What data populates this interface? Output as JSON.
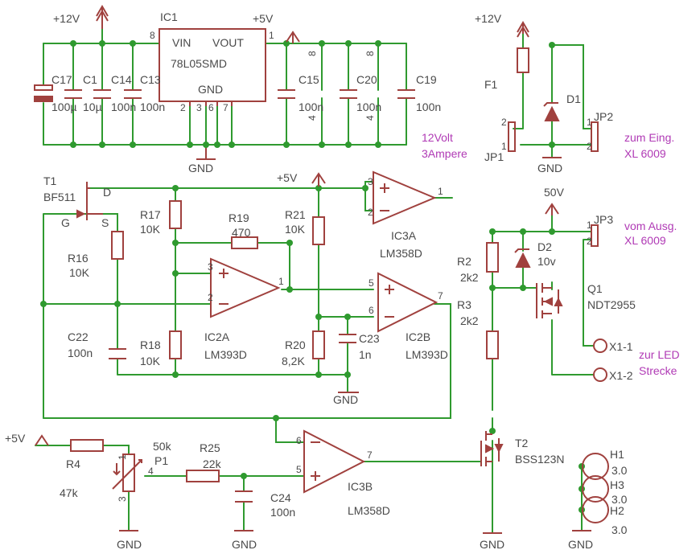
{
  "nets": {
    "vcc12": "+12V",
    "vcc5": "+5V",
    "v50": "50V",
    "gnd": "GND"
  },
  "components": {
    "ic1": {
      "ref": "IC1",
      "value": "78L05SMD",
      "pin_vin": "VIN",
      "pin_vout": "VOUT",
      "pin_gnd": "GND",
      "pins": [
        "8",
        "1",
        "2",
        "3",
        "6",
        "7"
      ]
    },
    "c17": {
      "ref": "C17",
      "value": "100µ"
    },
    "c1": {
      "ref": "C1",
      "value": "10µ"
    },
    "c14": {
      "ref": "C14",
      "value": "100n"
    },
    "c13": {
      "ref": "C13",
      "value": "100n"
    },
    "c15": {
      "ref": "C15",
      "value": "100n"
    },
    "c20": {
      "ref": "C20",
      "value": "100n"
    },
    "c19": {
      "ref": "C19",
      "value": "100n"
    },
    "f1": {
      "ref": "F1"
    },
    "d1": {
      "ref": "D1"
    },
    "jp1": {
      "ref": "JP1"
    },
    "jp2": {
      "ref": "JP2"
    },
    "jp3": {
      "ref": "JP3"
    },
    "t1": {
      "ref": "T1",
      "value": "BF511",
      "pin_d": "D",
      "pin_g": "G",
      "pin_s": "S"
    },
    "r16": {
      "ref": "R16",
      "value": "10K"
    },
    "r17": {
      "ref": "R17",
      "value": "10K"
    },
    "r18": {
      "ref": "R18",
      "value": "10K"
    },
    "r19": {
      "ref": "R19",
      "value": "470"
    },
    "r20": {
      "ref": "R20",
      "value": "8,2K"
    },
    "r21": {
      "ref": "R21",
      "value": "10K"
    },
    "c22": {
      "ref": "C22",
      "value": "100n"
    },
    "c23": {
      "ref": "C23",
      "value": "1n"
    },
    "ic2a": {
      "ref": "IC2A",
      "value": "LM393D"
    },
    "ic2b": {
      "ref": "IC2B",
      "value": "LM393D"
    },
    "ic3a": {
      "ref": "IC3A",
      "value": "LM358D"
    },
    "ic3b": {
      "ref": "IC3B",
      "value": "LM358D"
    },
    "r2": {
      "ref": "R2",
      "value": "2k2"
    },
    "r3": {
      "ref": "R3",
      "value": "2k2"
    },
    "d2": {
      "ref": "D2",
      "value": "10v"
    },
    "q1": {
      "ref": "Q1",
      "value": "NDT2955"
    },
    "t2": {
      "ref": "T2",
      "value": "BSS123N"
    },
    "r4": {
      "ref": "R4",
      "value": "47k"
    },
    "p1": {
      "ref": "P1",
      "value": "50k"
    },
    "r25": {
      "ref": "R25",
      "value": "22k"
    },
    "c24": {
      "ref": "C24",
      "value": "100n"
    },
    "x11": {
      "ref": "X1-1"
    },
    "x12": {
      "ref": "X1-2"
    },
    "h1": {
      "ref": "H1",
      "value": "3.0"
    },
    "h2": {
      "ref": "H2",
      "value": "3.0"
    },
    "h3": {
      "ref": "H3",
      "value": "3.0"
    }
  },
  "notes": {
    "supply_line1": "12Volt",
    "supply_line2": "3Ampere",
    "input_line1": "zum Eing.",
    "input_line2": "XL 6009",
    "output_line1": "vom Ausg.",
    "output_line2": "XL 6009",
    "led_line1": "zur LED",
    "led_line2": "Strecke"
  },
  "pin_numbers": [
    "1",
    "2",
    "3",
    "4",
    "5",
    "6",
    "7",
    "8"
  ],
  "colors": {
    "wire": "#2f9a2f",
    "part": "#a0413e",
    "text": "#4a4a4a",
    "note": "#b03ab5"
  }
}
